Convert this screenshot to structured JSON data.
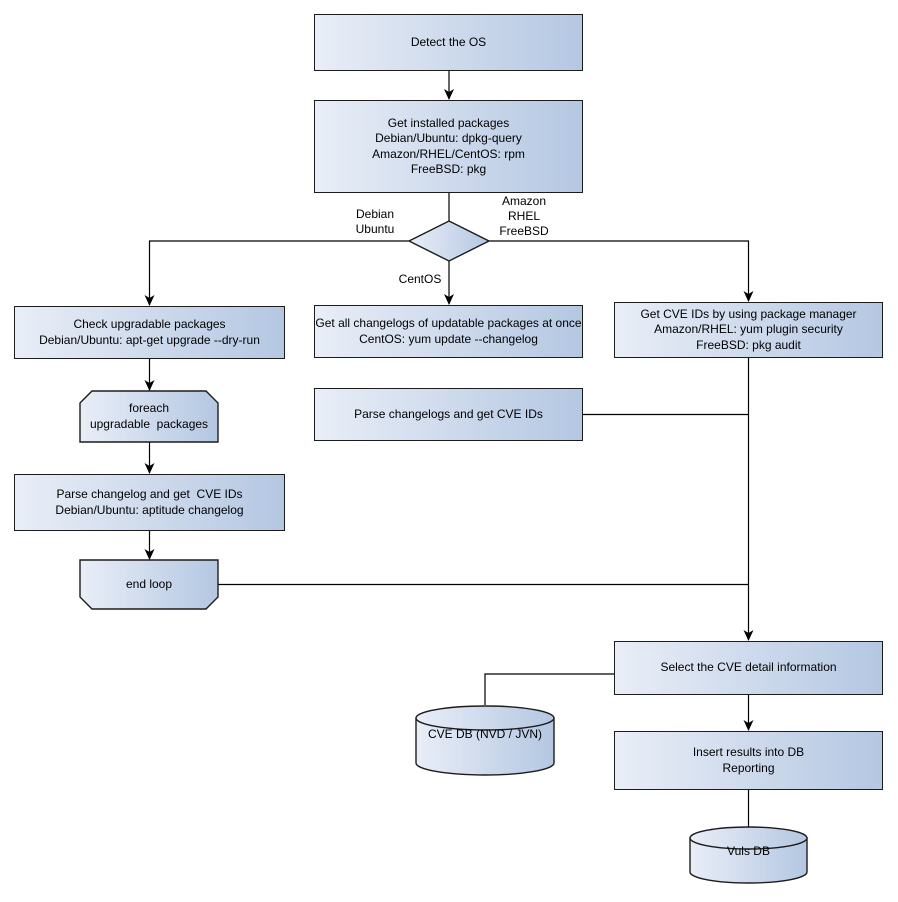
{
  "colors": {
    "node_fill_start": "#e9eef7",
    "node_fill_end": "#b4c7e2",
    "node_border": "#1c1c1c",
    "connector": "#000000",
    "text": "#000000",
    "background": "#ffffff"
  },
  "diagram_type": "flowchart",
  "nodes": {
    "detect_os": {
      "lines": [
        "Detect the OS"
      ]
    },
    "get_installed_packages": {
      "lines": [
        "Get installed packages",
        "Debian/Ubuntu: dpkg-query",
        "Amazon/RHEL/CentOS: rpm",
        "FreeBSD: pkg"
      ]
    },
    "os_decision": {
      "type": "decision",
      "label": ""
    },
    "check_upgradable": {
      "lines": [
        "Check upgradable packages",
        "Debian/Ubuntu: apt-get upgrade --dry-run"
      ]
    },
    "foreach_loop": {
      "lines": [
        "foreach",
        "upgradable  packages"
      ]
    },
    "parse_changelog_deb": {
      "lines": [
        "Parse changelog and get  CVE IDs",
        "Debian/Ubuntu: aptitude changelog"
      ]
    },
    "end_loop": {
      "lines": [
        "end loop"
      ]
    },
    "get_all_changelogs": {
      "lines": [
        "Get all changelogs of updatable packages at once",
        "CentOS: yum update --changelog"
      ]
    },
    "parse_changelogs": {
      "lines": [
        "Parse changelogs and get CVE IDs"
      ]
    },
    "get_cve_ids_pkg_mgr": {
      "lines": [
        "Get CVE IDs by using package manager",
        "Amazon/RHEL: yum plugin security",
        "FreeBSD: pkg audit"
      ]
    },
    "select_cve_detail": {
      "lines": [
        "Select the CVE detail information"
      ]
    },
    "cve_db": {
      "lines": [
        "CVE DB (NVD / JVN)"
      ]
    },
    "insert_results": {
      "lines": [
        "Insert results into DB",
        "Reporting"
      ]
    },
    "vuls_db": {
      "lines": [
        "Vuls DB"
      ]
    }
  },
  "edge_labels": {
    "debian_ubuntu": {
      "lines": [
        "Debian",
        "Ubuntu"
      ]
    },
    "amazon_rhel_freebsd": {
      "lines": [
        "Amazon",
        "RHEL",
        "FreeBSD"
      ]
    },
    "centos": {
      "lines": [
        "CentOS"
      ]
    }
  }
}
